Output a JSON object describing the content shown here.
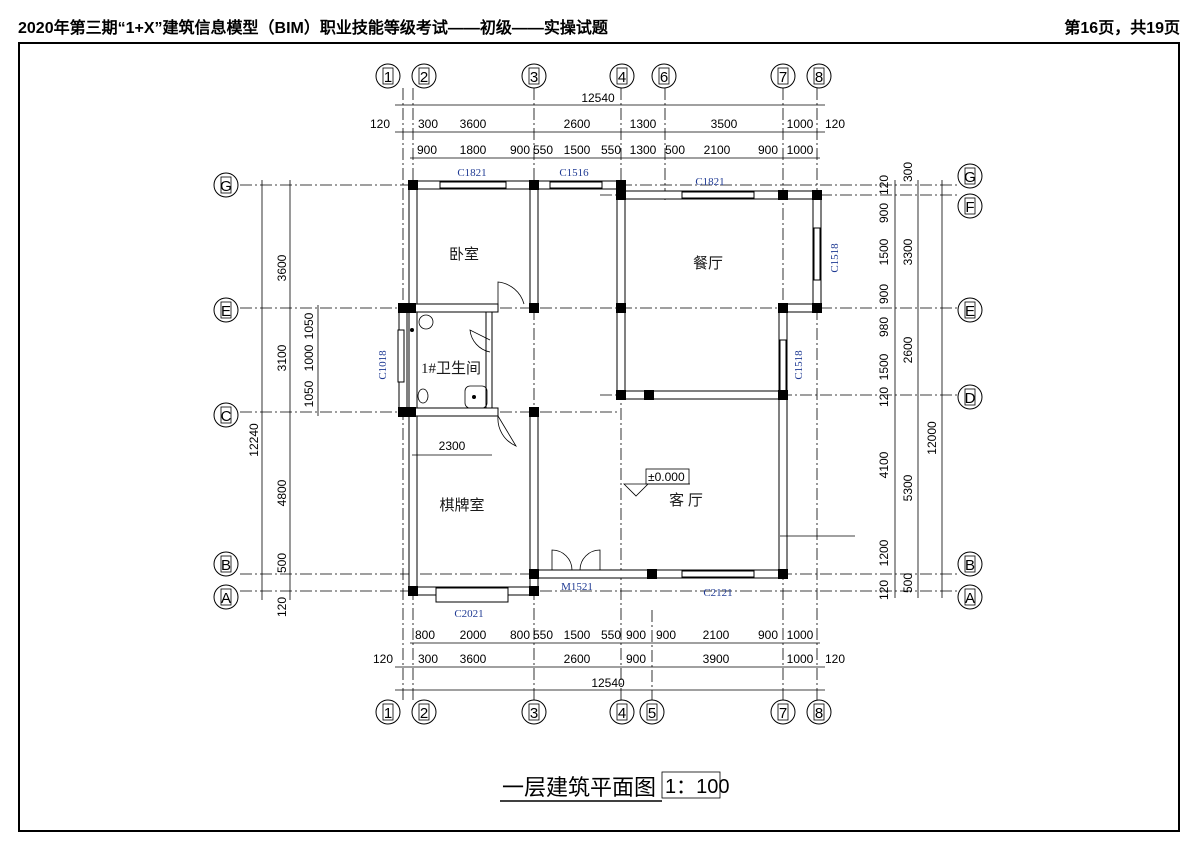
{
  "header": {
    "title": "2020年第三期“1+X”建筑信息模型（BIM）职业技能等级考试——初级——实操试题",
    "page": "第16页，共19页"
  },
  "drawing": {
    "title": "一层建筑平面图",
    "scale": "1：100",
    "elevation": "±0.000",
    "rooms": [
      "卧室",
      "餐厅",
      "1#卫生间",
      "棋牌室",
      "客 厅"
    ],
    "openings": [
      "C1821",
      "C1516",
      "C1821",
      "C1518",
      "C1018",
      "C1518",
      "M1521",
      "C2021",
      "C2121"
    ],
    "axes": {
      "top": [
        "1",
        "2",
        "3",
        "4",
        "6",
        "7",
        "8"
      ],
      "bottom": [
        "1",
        "2",
        "3",
        "4",
        "5",
        "7",
        "8"
      ],
      "left": [
        "G",
        "E",
        "C",
        "B",
        "A"
      ],
      "right": [
        "G",
        "F",
        "E",
        "D",
        "B",
        "A"
      ]
    },
    "dims": {
      "top_total": "12540",
      "top_row2": [
        "120",
        "300",
        "3600",
        "2600",
        "1300",
        "3500",
        "1000",
        "120"
      ],
      "top_row3": [
        "900",
        "1800",
        "900",
        "550",
        "1500",
        "550",
        "1300",
        "500",
        "2100",
        "900",
        "1000"
      ],
      "bottom_row1": [
        "800",
        "2000",
        "800",
        "550",
        "1500",
        "550",
        "900",
        "900",
        "2100",
        "900",
        "1000"
      ],
      "bottom_row2": [
        "120",
        "300",
        "3600",
        "2600",
        "900",
        "3900",
        "1000",
        "120"
      ],
      "bottom_total": "12540",
      "left_outer": "12240",
      "left_middle": [
        "3600",
        "3100",
        "4800",
        "500",
        "120"
      ],
      "left_inner": [
        "1050",
        "1000",
        "1050"
      ],
      "right_inner": [
        "120",
        "900",
        "1500",
        "900",
        "980",
        "1500",
        "120",
        "4100",
        "1200",
        "120"
      ],
      "right_middle": [
        "300",
        "3300",
        "2600",
        "5300",
        "500"
      ],
      "right_outer": "12000",
      "bathroom": "2300"
    }
  }
}
